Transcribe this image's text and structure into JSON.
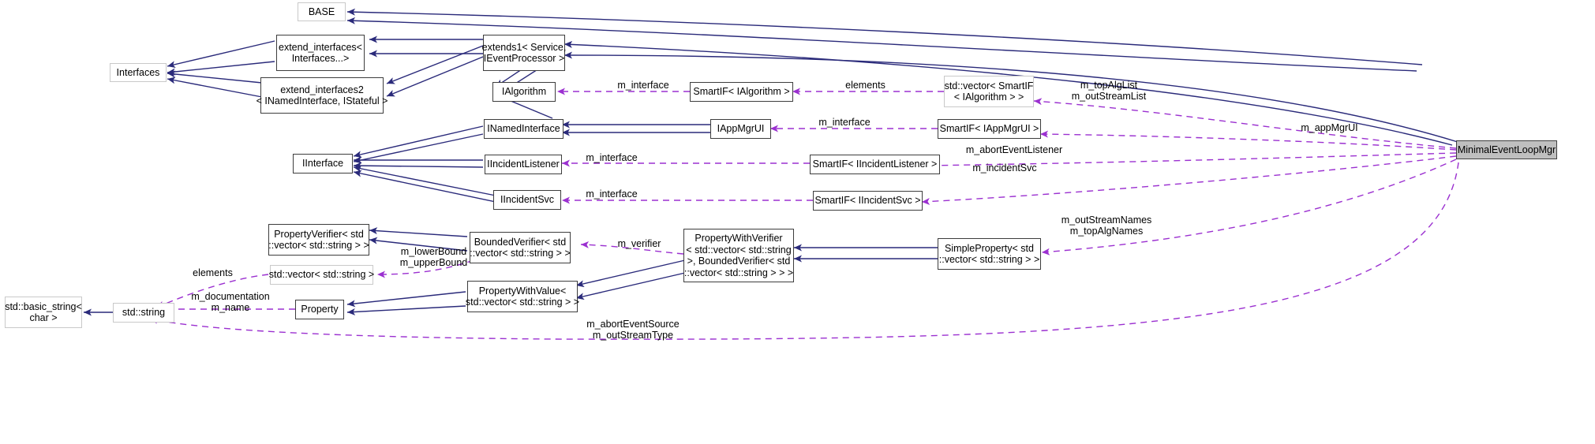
{
  "diagram": {
    "title": "MinimalEventLoopMgr collaboration diagram",
    "colors": {
      "inheritance_edge": "#2a2a7a",
      "usage_edge": "#9b30d0",
      "node_border": "#404040",
      "node_border_faint": "#c9c9c9",
      "main_node_fill": "#bfbfbf",
      "background": "#ffffff"
    },
    "nodes": [
      {
        "id": "base",
        "label": "BASE",
        "style": "faint"
      },
      {
        "id": "extend_if",
        "label": "extend_interfaces<\nInterfaces...>",
        "style": "strong"
      },
      {
        "id": "interfaces",
        "label": "Interfaces",
        "style": "faint"
      },
      {
        "id": "extend_if2",
        "label": "extend_interfaces2\n< INamedInterface, IStateful >",
        "style": "strong"
      },
      {
        "id": "extends1",
        "label": "extends1< Service,\nIEventProcessor >",
        "style": "strong"
      },
      {
        "id": "ialgorithm",
        "label": "IAlgorithm",
        "style": "strong"
      },
      {
        "id": "inamedinterface",
        "label": "INamedInterface",
        "style": "strong"
      },
      {
        "id": "iinterface",
        "label": "IInterface",
        "style": "strong"
      },
      {
        "id": "iincidentlist",
        "label": "IIncidentListener",
        "style": "strong"
      },
      {
        "id": "iincidentsvc",
        "label": "IIncidentSvc",
        "style": "strong"
      },
      {
        "id": "iappmgrui",
        "label": "IAppMgrUI",
        "style": "strong"
      },
      {
        "id": "smartif_ialg",
        "label": "SmartIF< IAlgorithm >",
        "style": "strong"
      },
      {
        "id": "smartif_iapp",
        "label": "SmartIF< IAppMgrUI >",
        "style": "strong"
      },
      {
        "id": "smartif_iinclst",
        "label": "SmartIF< IIncidentListener >",
        "style": "strong"
      },
      {
        "id": "smartif_iincsvc",
        "label": "SmartIF< IIncidentSvc >",
        "style": "strong"
      },
      {
        "id": "vec_smartif_ialg",
        "label": "std::vector< SmartIF\n< IAlgorithm > >",
        "style": "faint"
      },
      {
        "id": "minimaleventloopmgr",
        "label": "MinimalEventLoopMgr",
        "style": "main"
      },
      {
        "id": "propverifier",
        "label": "PropertyVerifier< std\n::vector< std::string > >",
        "style": "strong"
      },
      {
        "id": "boundedverifier",
        "label": "BoundedVerifier< std\n::vector< std::string > >",
        "style": "strong"
      },
      {
        "id": "propwithverifier",
        "label": "PropertyWithVerifier\n< std::vector< std::string\n>, BoundedVerifier< std\n::vector< std::string > > >",
        "style": "strong"
      },
      {
        "id": "simpleproperty",
        "label": "SimpleProperty< std\n::vector< std::string > >",
        "style": "strong"
      },
      {
        "id": "vec_string",
        "label": "std::vector< std::string >",
        "style": "faint"
      },
      {
        "id": "propwithvalue",
        "label": "PropertyWithValue<\nstd::vector< std::string > >",
        "style": "strong"
      },
      {
        "id": "property",
        "label": "Property",
        "style": "strong"
      },
      {
        "id": "std_string",
        "label": "std::string",
        "style": "faint"
      },
      {
        "id": "basic_string",
        "label": "std::basic_string<\nchar >",
        "style": "faint"
      }
    ],
    "edge_labels": [
      {
        "id": "lbl_m_interface_alg",
        "text": "m_interface"
      },
      {
        "id": "lbl_elements_alg",
        "text": "elements"
      },
      {
        "id": "lbl_m_interface_app",
        "text": "m_interface"
      },
      {
        "id": "lbl_m_interface_inclst",
        "text": "m_interface"
      },
      {
        "id": "lbl_m_interface_incsvc",
        "text": "m_interface"
      },
      {
        "id": "lbl_m_topAlgList",
        "text": "m_topAlgList\nm_outStreamList"
      },
      {
        "id": "lbl_m_appMgrUI",
        "text": "m_appMgrUI"
      },
      {
        "id": "lbl_m_abortEventListener",
        "text": "m_abortEventListener"
      },
      {
        "id": "lbl_m_incidentSvc",
        "text": "m_incidentSvc"
      },
      {
        "id": "lbl_m_outStreamNames",
        "text": "m_outStreamNames\nm_topAlgNames"
      },
      {
        "id": "lbl_m_verifier",
        "text": "m_verifier"
      },
      {
        "id": "lbl_m_lowerBound",
        "text": "m_lowerBound\nm_upperBound"
      },
      {
        "id": "lbl_elements_str",
        "text": "elements"
      },
      {
        "id": "lbl_m_documentation",
        "text": "m_documentation\nm_name"
      },
      {
        "id": "lbl_m_abortEventSource",
        "text": "m_abortEventSource\nm_outStreamType"
      }
    ]
  }
}
